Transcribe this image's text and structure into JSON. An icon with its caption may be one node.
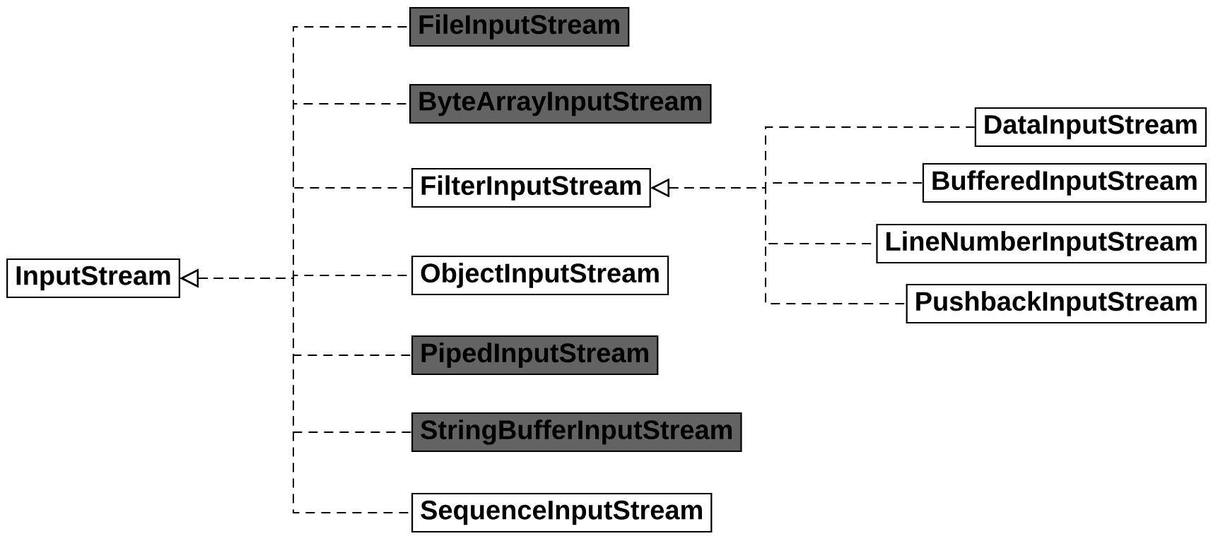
{
  "diagram": {
    "nodes": [
      {
        "text": [
          "InputStream"
        ]
      },
      {
        "text": [
          "FileInputStream"
        ]
      },
      {
        "text": [
          "ByteArrayInputStream"
        ]
      },
      {
        "text": [
          "FilterInputStream"
        ]
      },
      {
        "text": [
          "ObjectInputStream"
        ]
      },
      {
        "text": [
          "PipedInputStream"
        ]
      },
      {
        "text": [
          "StringBufferInputStream"
        ]
      },
      {
        "text": [
          "SequenceInputStream"
        ]
      },
      {
        "text": [
          "DataInputStream"
        ]
      },
      {
        "text": [
          "BufferedInputStream"
        ]
      },
      {
        "text": [
          "LineNumberInputStream"
        ]
      },
      {
        "text": [
          "PushbackInputStream"
        ]
      }
    ],
    "edges": [
      {
        "from": 1,
        "to": 0,
        "arrow": "to",
        "style": "dashed"
      },
      {
        "from": 2,
        "to": 0,
        "arrow": "to",
        "style": "dashed"
      },
      {
        "from": 3,
        "to": 0,
        "arrow": "to",
        "style": "dashed"
      },
      {
        "from": 4,
        "to": 0,
        "arrow": "to",
        "style": "dashed"
      },
      {
        "from": 5,
        "to": 0,
        "arrow": "to",
        "style": "dashed"
      },
      {
        "from": 6,
        "to": 0,
        "arrow": "to",
        "style": "dashed"
      },
      {
        "from": 7,
        "to": 0,
        "arrow": "to",
        "style": "dashed"
      },
      {
        "from": 8,
        "to": 3,
        "arrow": "to",
        "style": "dashed"
      },
      {
        "from": 9,
        "to": 3,
        "arrow": "to",
        "style": "dashed"
      },
      {
        "from": 10,
        "to": 3,
        "arrow": "to",
        "style": "dashed"
      },
      {
        "from": 11,
        "to": 3,
        "arrow": "to",
        "style": "dashed"
      }
    ]
  }
}
